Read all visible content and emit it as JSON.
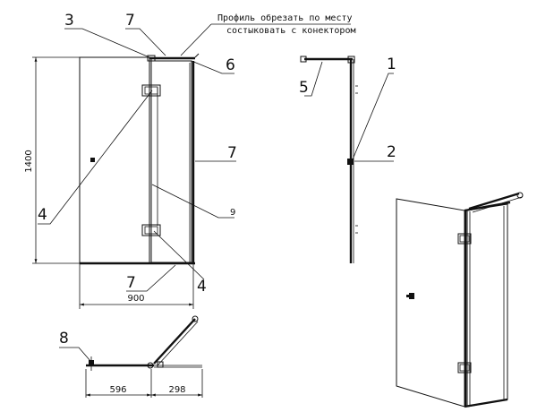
{
  "callouts": {
    "c1": "1",
    "c2": "2",
    "c3": "3",
    "c4a": "4",
    "c4b": "4",
    "c5": "5",
    "c6": "6",
    "c7a": "7",
    "c7b": "7",
    "c7c": "7",
    "c8": "8",
    "c9": "9"
  },
  "dimensions": {
    "height": "1400",
    "width": "900",
    "bottom_left": "596",
    "bottom_right": "298"
  },
  "note": {
    "line1": "Профиль обрезать по месту",
    "line2": "состыковать с конектором"
  }
}
